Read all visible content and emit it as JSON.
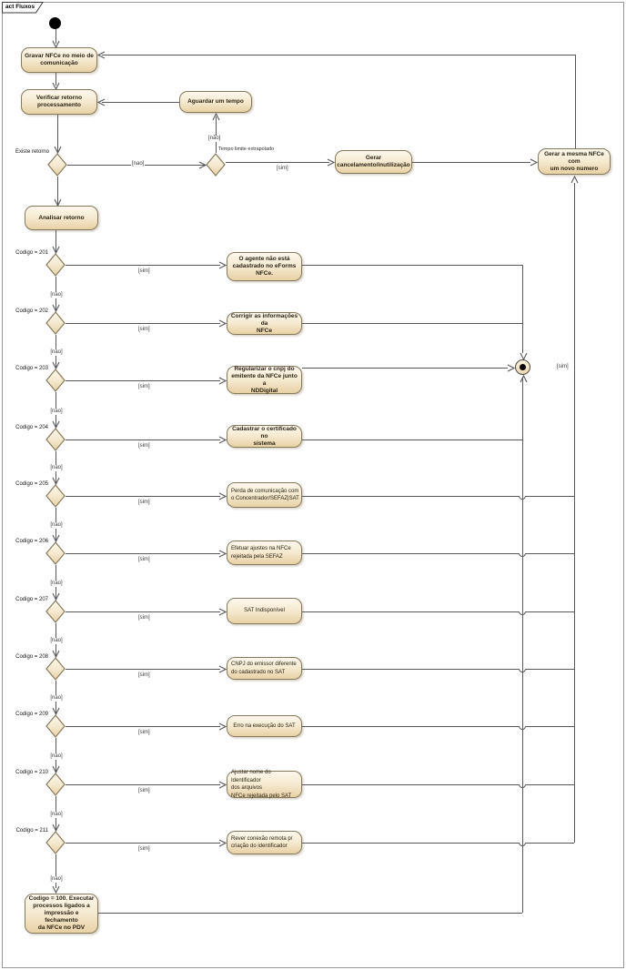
{
  "frame": {
    "label": "act Fluxos"
  },
  "colors": {
    "line": "#58585c",
    "node-border": "#87795c",
    "node-fill-top": "#fdf8ed",
    "node-fill-mid": "#f5e9cf",
    "node-fill-bottom": "#e8d1a5",
    "text": "#2b2315"
  },
  "nodes": {
    "gravar": {
      "label": "Gravar NFCe no meio de\ncomunicação"
    },
    "verificar": {
      "label": "Verificar retorno\nprocessamento"
    },
    "aguardar": {
      "label": "Aguardar um tempo"
    },
    "gerar_cancelamento": {
      "label": "Gerar\ncancelamento/inutilização"
    },
    "gerar_mesma": {
      "label": "Gerar a mesma NFCe com\num novo numero"
    },
    "analisar": {
      "label": "Analisar retorno"
    },
    "codigo_100": {
      "label": "Codigo = 100. Executar\nprocessos ligados a\nimpressão e fechamento\nda NFCe no PDV"
    }
  },
  "decisions": {
    "existe": {
      "label": "Existe retorno"
    },
    "tempo": {
      "label": "Tempo limite extrapolado"
    }
  },
  "edges": {
    "existe_nao": "[nao]",
    "tempo_nao": "[não]",
    "tempo_sim": "[sim]",
    "merge_sim": "[sim]"
  },
  "rows": [
    {
      "code": "Codigo = 201",
      "sim": "[sim]",
      "nao": "[nao]",
      "action": "O agente não está\ncadastrado no eForms\nNFCe."
    },
    {
      "code": "Codigo = 202",
      "sim": "[sim]",
      "nao": "[nao]",
      "action": "Corrigir as informações da\nNFCe"
    },
    {
      "code": "Codigo = 203",
      "sim": "[sim]",
      "nao": "[nao]",
      "action": "Regularizar o cnpj do\nemitente da NFCe junto a\nNDDigital"
    },
    {
      "code": "Codigo = 204",
      "sim": "[sim]",
      "nao": "[nao]",
      "action": "Cadastrar o certificado no\nsistema"
    },
    {
      "code": "Codigo = 205",
      "sim": "[sim]",
      "nao": "[nao]",
      "action": "Perda de comunicação com\no Concentrador/SEFAZ|SAT"
    },
    {
      "code": "Codigo = 206",
      "sim": "[sim]",
      "nao": "[nao]",
      "action": "Efetuar ajustes na NFCe\nrejeitada pela SEFAZ"
    },
    {
      "code": "Codigo = 207",
      "sim": "[sim]",
      "nao": "[nao]",
      "action": "SAT Indisponível"
    },
    {
      "code": "Codigo = 208",
      "sim": "[sim]",
      "nao": "[nao]",
      "action": "CNPJ do emissor diferente\ndo cadastrado no SAT"
    },
    {
      "code": "Codigo = 209",
      "sim": "[sim]",
      "nao": "[nao]",
      "action": "Erro na execução do SAT"
    },
    {
      "code": "Codigo = 210",
      "sim": "[sim]",
      "nao": "[nao]",
      "action": "Ajustar nome do Identificador\ndos arquivos\nNFCe rejeitada pelo SAT"
    },
    {
      "code": "Codigo = 211",
      "sim": "[sim]",
      "nao": "[nao]",
      "action": "Rever conexão remota p/\ncriação do identificador"
    }
  ]
}
